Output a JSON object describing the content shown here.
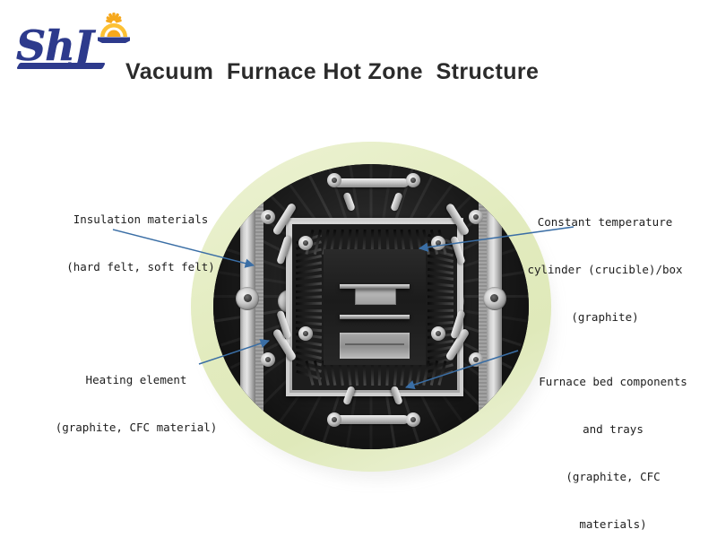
{
  "brand": {
    "logo_text": "ShJ",
    "logo_icon": "sunrise-icon",
    "logo_color": "#2d3a8c",
    "sun_color": "#f5a623"
  },
  "header": {
    "title": "Vacuum  Furnace Hot Zone  Structure"
  },
  "figure": {
    "name": "vacuum-furnace-hot-zone-photo",
    "ring_color": "#e5eec0",
    "leader_color": "#3a6ea5",
    "background_color": "#ffffff"
  },
  "callouts": [
    {
      "id": "insulation-materials",
      "lines": [
        "Insulation materials",
        "(hard felt, soft felt)"
      ],
      "align": "center"
    },
    {
      "id": "constant-temperature-cylinder",
      "lines": [
        "Constant temperature",
        "cylinder (crucible)/box",
        "(graphite)"
      ],
      "align": "center"
    },
    {
      "id": "heating-element",
      "lines": [
        "Heating element",
        "(graphite, CFC material)"
      ],
      "align": "center"
    },
    {
      "id": "furnace-bed-components",
      "lines": [
        "Furnace bed components",
        "and trays",
        "(graphite, CFC",
        "materials)"
      ],
      "align": "center"
    }
  ]
}
